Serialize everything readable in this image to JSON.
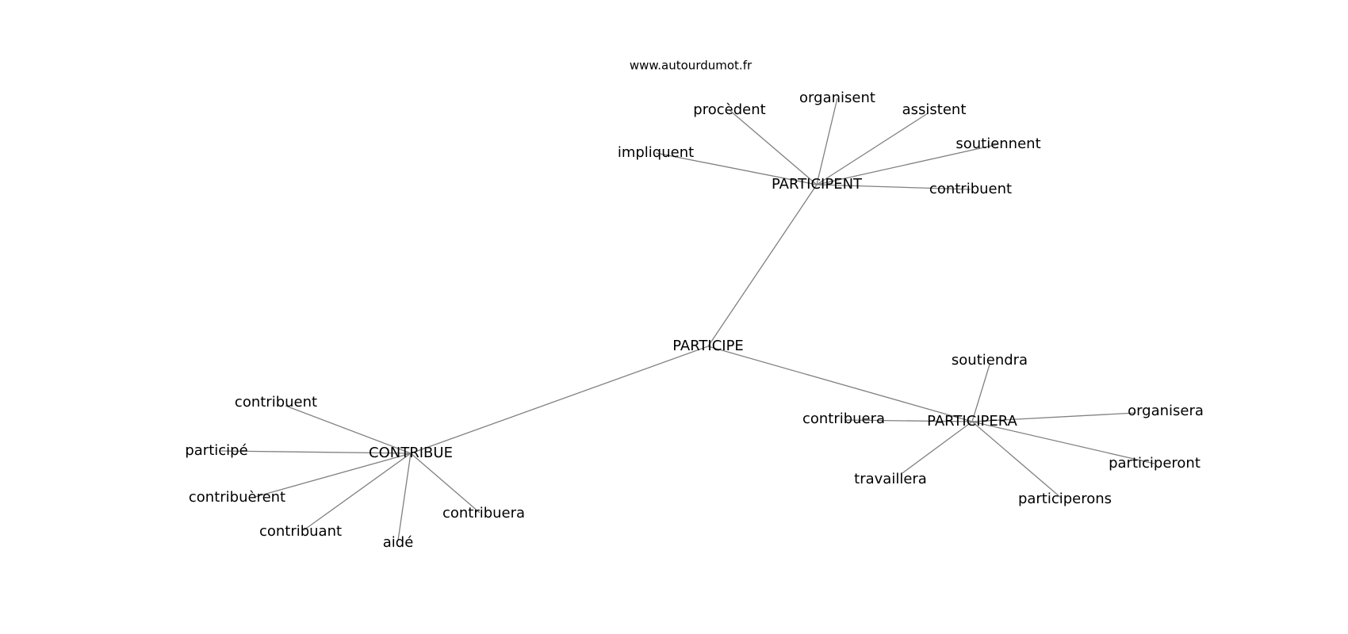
{
  "watermark": "www.autourdumot.fr",
  "center": "PARTICIPE",
  "hubs": [
    {
      "id": "participent",
      "label": "PARTICIPENT"
    },
    {
      "id": "contribue",
      "label": "CONTRIBUE"
    },
    {
      "id": "participera",
      "label": "PARTICIPERA"
    }
  ],
  "leaves": {
    "participent": [
      "procèdent",
      "organisent",
      "assistent",
      "soutiennent",
      "impliquent",
      "contribuent"
    ],
    "contribue": [
      "contribuent",
      "participé",
      "contribuèrent",
      "contribuant",
      "aidé",
      "contribuera"
    ],
    "participera": [
      "soutiendra",
      "organisera",
      "contribuera",
      "participeront",
      "travaillera",
      "participerons"
    ]
  }
}
